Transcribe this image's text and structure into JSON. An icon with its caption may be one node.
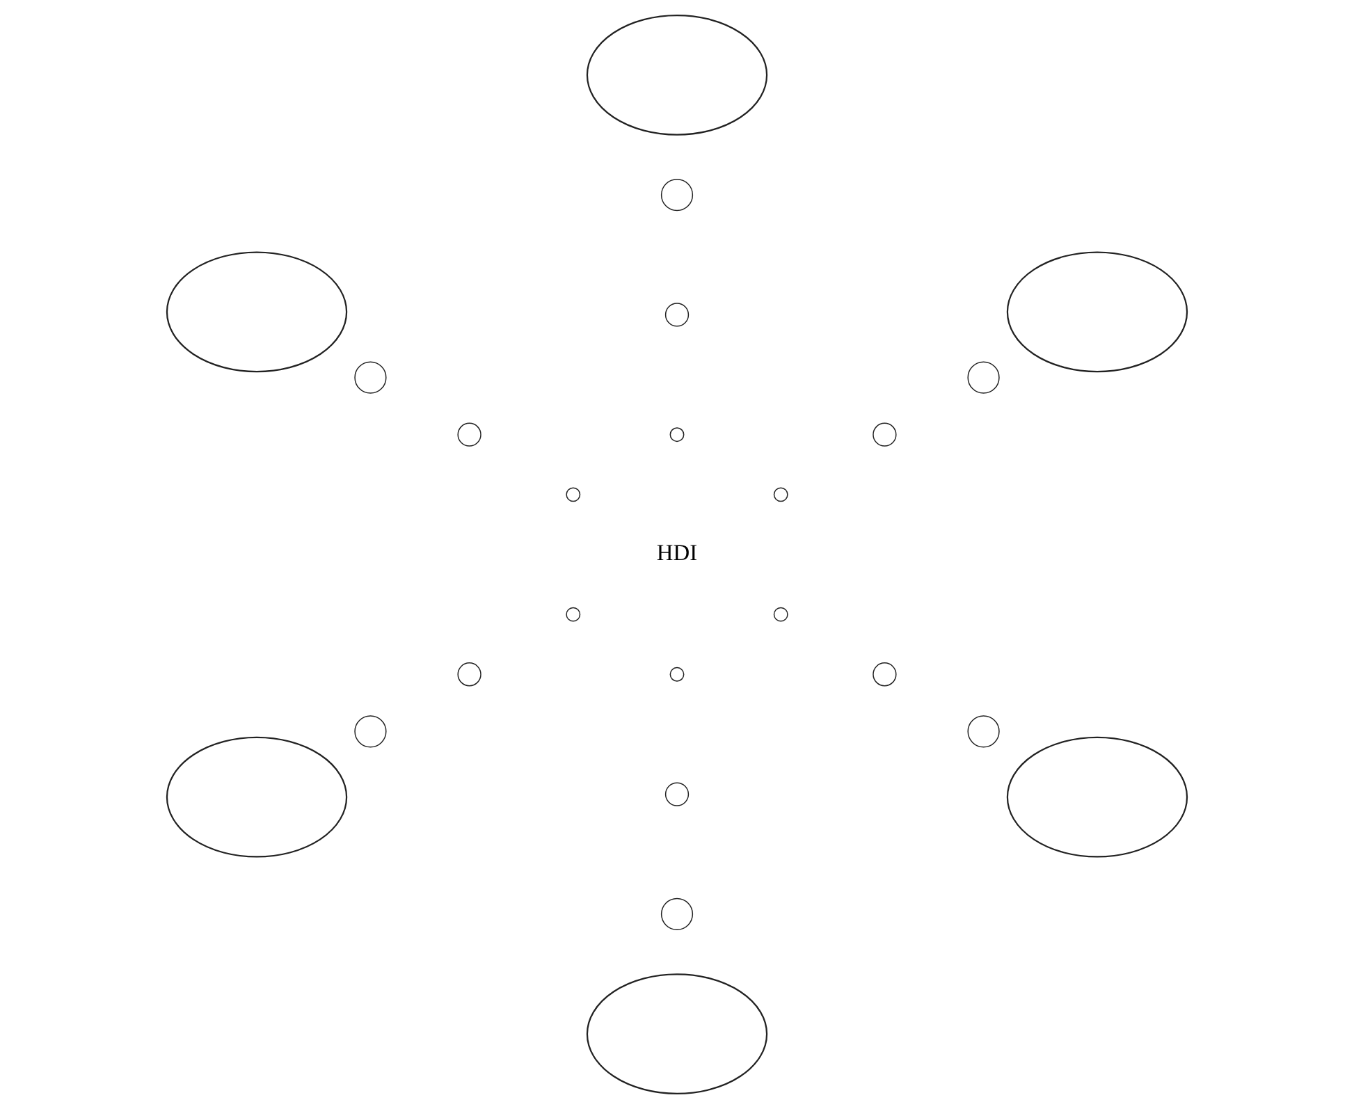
{
  "diagram": {
    "nodes": [
      {
        "text": [
          "HDI"
        ]
      },
      {
        "text": [],
        "shape": "cloud"
      },
      {
        "text": [],
        "shape": "cloud"
      },
      {
        "text": [],
        "shape": "cloud"
      },
      {
        "text": [],
        "shape": "cloud"
      },
      {
        "text": [],
        "shape": "cloud"
      },
      {
        "text": [],
        "shape": "cloud"
      },
      {
        "text": [],
        "shape": "circle"
      },
      {
        "text": [],
        "shape": "circle"
      },
      {
        "text": [],
        "shape": "circle"
      },
      {
        "text": [],
        "shape": "circle"
      },
      {
        "text": [],
        "shape": "circle"
      },
      {
        "text": [],
        "shape": "circle"
      },
      {
        "text": [],
        "shape": "circle"
      },
      {
        "text": [],
        "shape": "circle"
      },
      {
        "text": [],
        "shape": "circle"
      },
      {
        "text": [],
        "shape": "circle"
      },
      {
        "text": [],
        "shape": "circle"
      },
      {
        "text": [],
        "shape": "circle"
      },
      {
        "text": [],
        "shape": "circle"
      },
      {
        "text": [],
        "shape": "circle"
      },
      {
        "text": [],
        "shape": "circle"
      },
      {
        "text": [],
        "shape": "circle"
      },
      {
        "text": [],
        "shape": "circle"
      },
      {
        "text": [],
        "shape": "circle"
      }
    ]
  }
}
